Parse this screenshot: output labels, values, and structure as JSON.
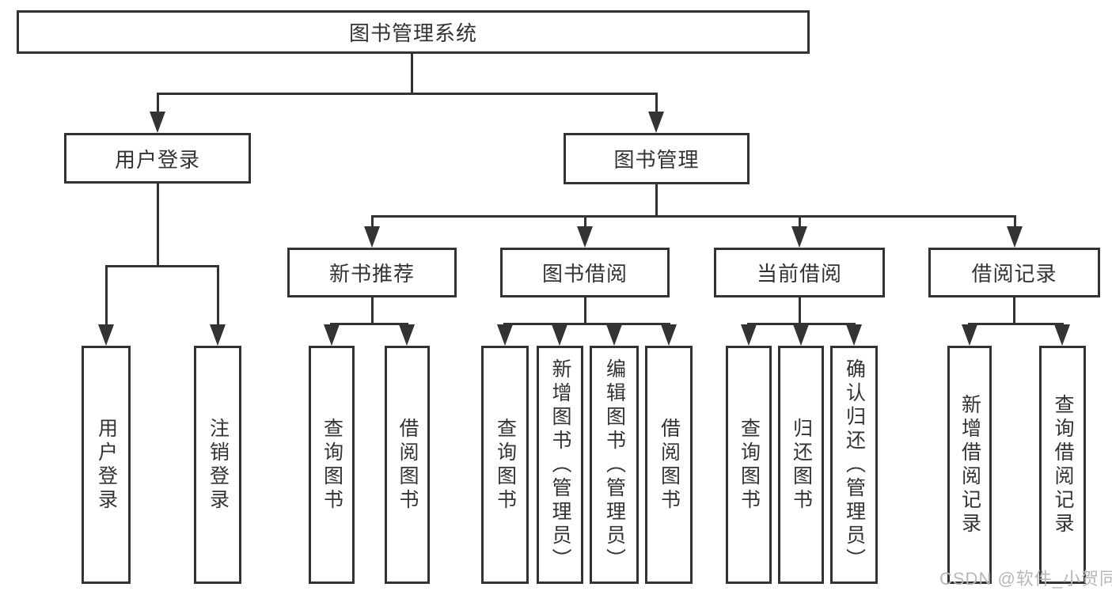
{
  "diagram": {
    "root": {
      "label": "图书管理系统"
    },
    "level2": [
      {
        "label": "用户登录"
      },
      {
        "label": "图书管理"
      }
    ],
    "level3": [
      {
        "label": "新书推荐"
      },
      {
        "label": "图书借阅"
      },
      {
        "label": "当前借阅"
      },
      {
        "label": "借阅记录"
      }
    ],
    "leaves": {
      "user_login": [
        {
          "label": "用户登录"
        },
        {
          "label": "注销登录"
        }
      ],
      "new_book_recommend": [
        {
          "label": "查询图书"
        },
        {
          "label": "借阅图书"
        }
      ],
      "book_borrow": [
        {
          "label": "查询图书"
        },
        {
          "label": "新增图书（管理员）"
        },
        {
          "label": "编辑图书（管理员）"
        },
        {
          "label": "借阅图书"
        }
      ],
      "current_borrow": [
        {
          "label": "查询图书"
        },
        {
          "label": "归还图书"
        },
        {
          "label": "确认归还（管理员）"
        }
      ],
      "borrow_records": [
        {
          "label": "新增借阅记录"
        },
        {
          "label": "查询借阅记录"
        }
      ]
    },
    "colors": {
      "line": "#333333",
      "box_background": "#ffffff",
      "text": "#333333",
      "watermark": "#b8b8b8"
    }
  },
  "watermark": {
    "text": "CSDN @软件_小贺同学"
  }
}
